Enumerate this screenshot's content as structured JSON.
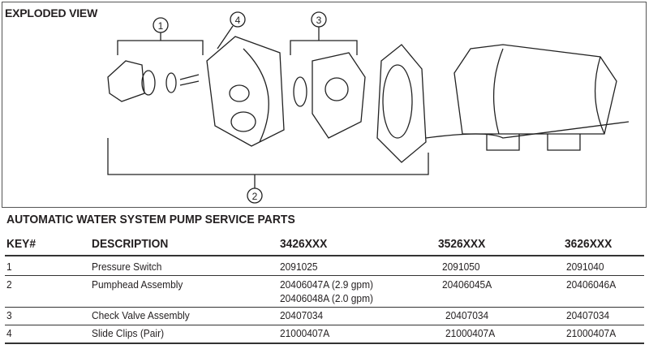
{
  "diagram": {
    "title": "EXPLODED VIEW",
    "callouts": [
      "1",
      "2",
      "3",
      "4"
    ]
  },
  "table": {
    "title": "AUTOMATIC WATER SYSTEM PUMP SERVICE PARTS",
    "headers": [
      "KEY#",
      "DESCRIPTION",
      "3426XXX",
      "3526XXX",
      "3626XXX"
    ],
    "rows": [
      {
        "key": "1",
        "desc": "Pressure Switch",
        "a": "2091025",
        "a2": "",
        "b": "2091050",
        "c": "2091040"
      },
      {
        "key": "2",
        "desc": "Pumphead Assembly",
        "a": "20406047A (2.9 gpm)",
        "a2": "20406048A (2.0 gpm)",
        "b": "20406045A",
        "c": "20406046A"
      },
      {
        "key": "3",
        "desc": "Check  Valve Assembly",
        "a": "20407034",
        "a2": "",
        "b": "20407034",
        "c": "20407034"
      },
      {
        "key": "4",
        "desc": "Slide Clips (Pair)",
        "a": "21000407A",
        "a2": "",
        "b": "21000407A",
        "c": "21000407A"
      }
    ]
  }
}
